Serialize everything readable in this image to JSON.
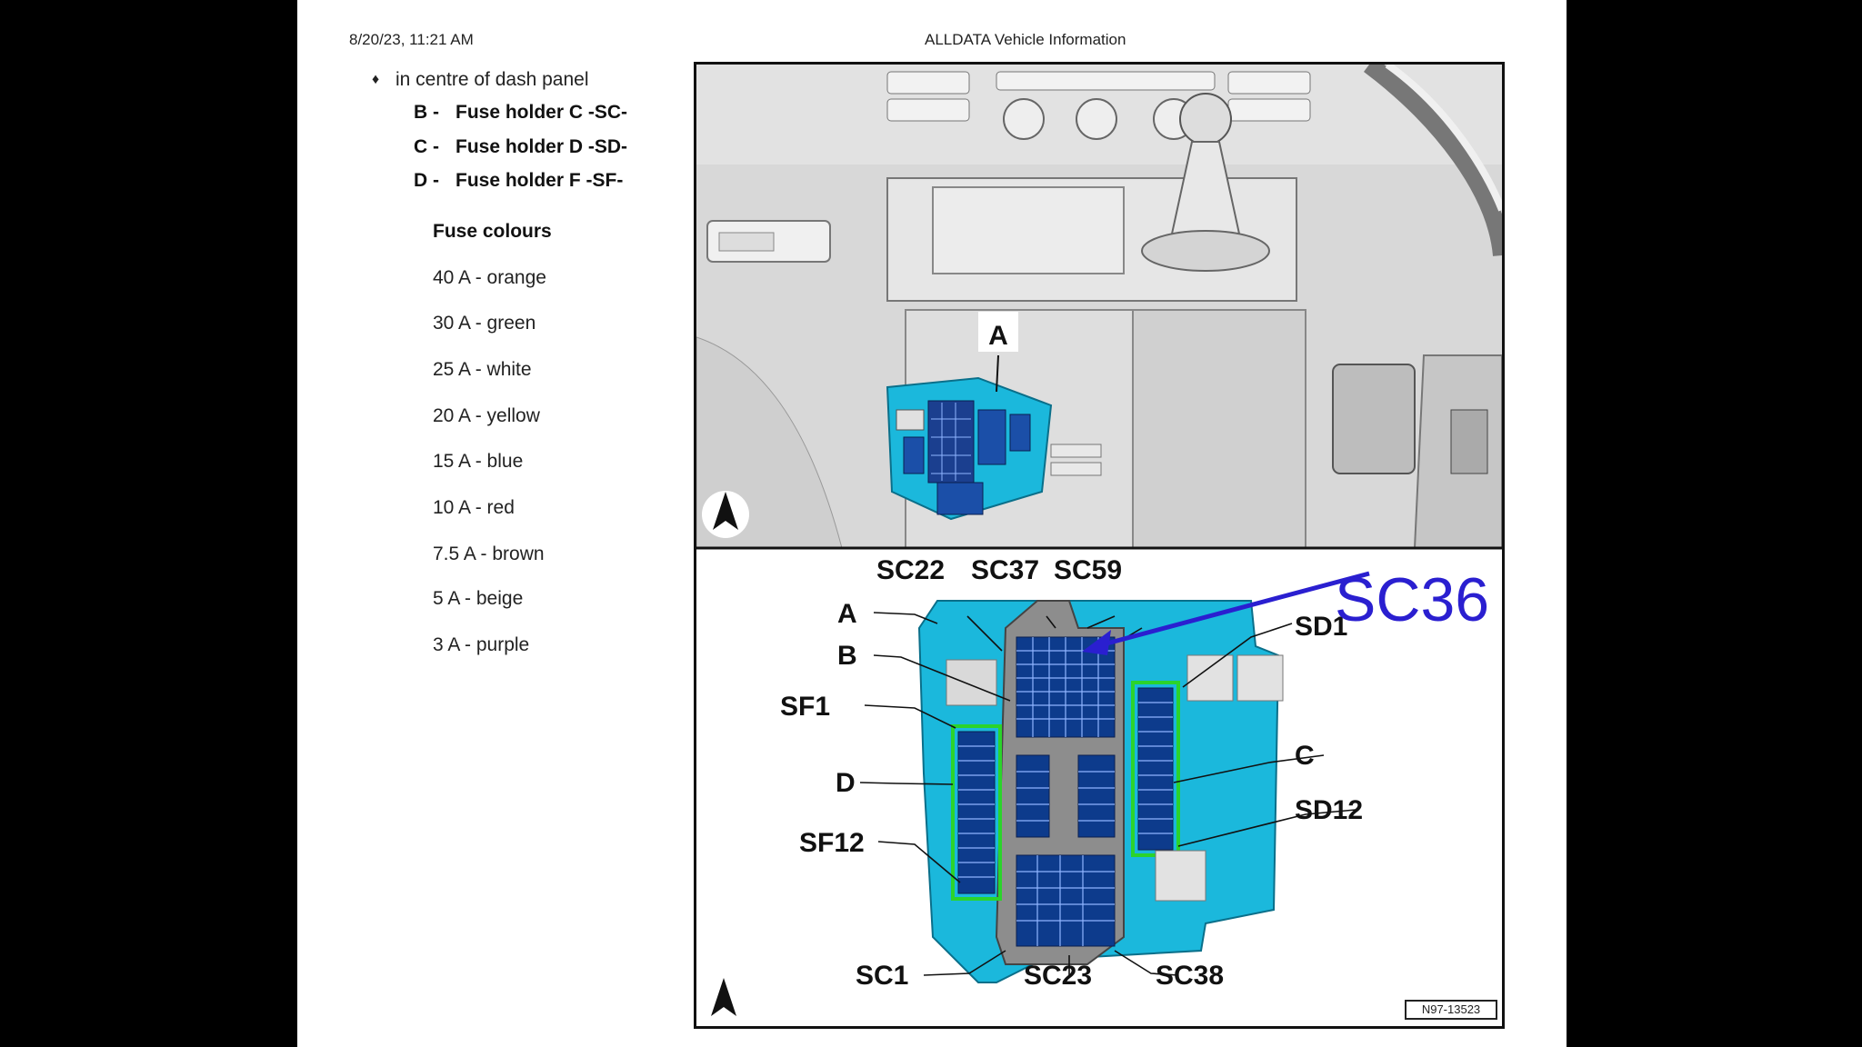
{
  "header": {
    "date": "8/20/23, 11:21 AM",
    "title": "ALLDATA Vehicle Information"
  },
  "bullet": "in centre of dash panel",
  "legend": [
    {
      "key": "B -",
      "text": "Fuse holder C -SC-"
    },
    {
      "key": "C -",
      "text": "Fuse holder D -SD-"
    },
    {
      "key": "D -",
      "text": "Fuse holder F -SF-"
    }
  ],
  "fuse_colours": {
    "title": "Fuse colours",
    "items": [
      "40 A - orange",
      "30 A - green",
      "25 A - white",
      "20 A - yellow",
      "15 A - blue",
      "10 A - red",
      "7.5 A - brown",
      "5 A - beige",
      "3 A - purple"
    ]
  },
  "figure": {
    "top_label": "A",
    "labels": {
      "sc22": "SC22",
      "sc37": "SC37",
      "sc59": "SC59",
      "a": "A",
      "b": "B",
      "sf1": "SF1",
      "d": "D",
      "sf12": "SF12",
      "sd1": "SD1",
      "c": "C",
      "sd12": "SD12",
      "sc1": "SC1",
      "sc23": "SC23",
      "sc38": "SC38"
    },
    "annotation": "SC36",
    "image_code": "N97-13523"
  },
  "colors": {
    "holder_cyan": "#1bb8dc",
    "fuse_blue": "#0d3b8c",
    "highlight_green": "#2bd42b",
    "annotation_blue": "#2a1fd0"
  },
  "icons": [
    "north-arrow-icon"
  ]
}
